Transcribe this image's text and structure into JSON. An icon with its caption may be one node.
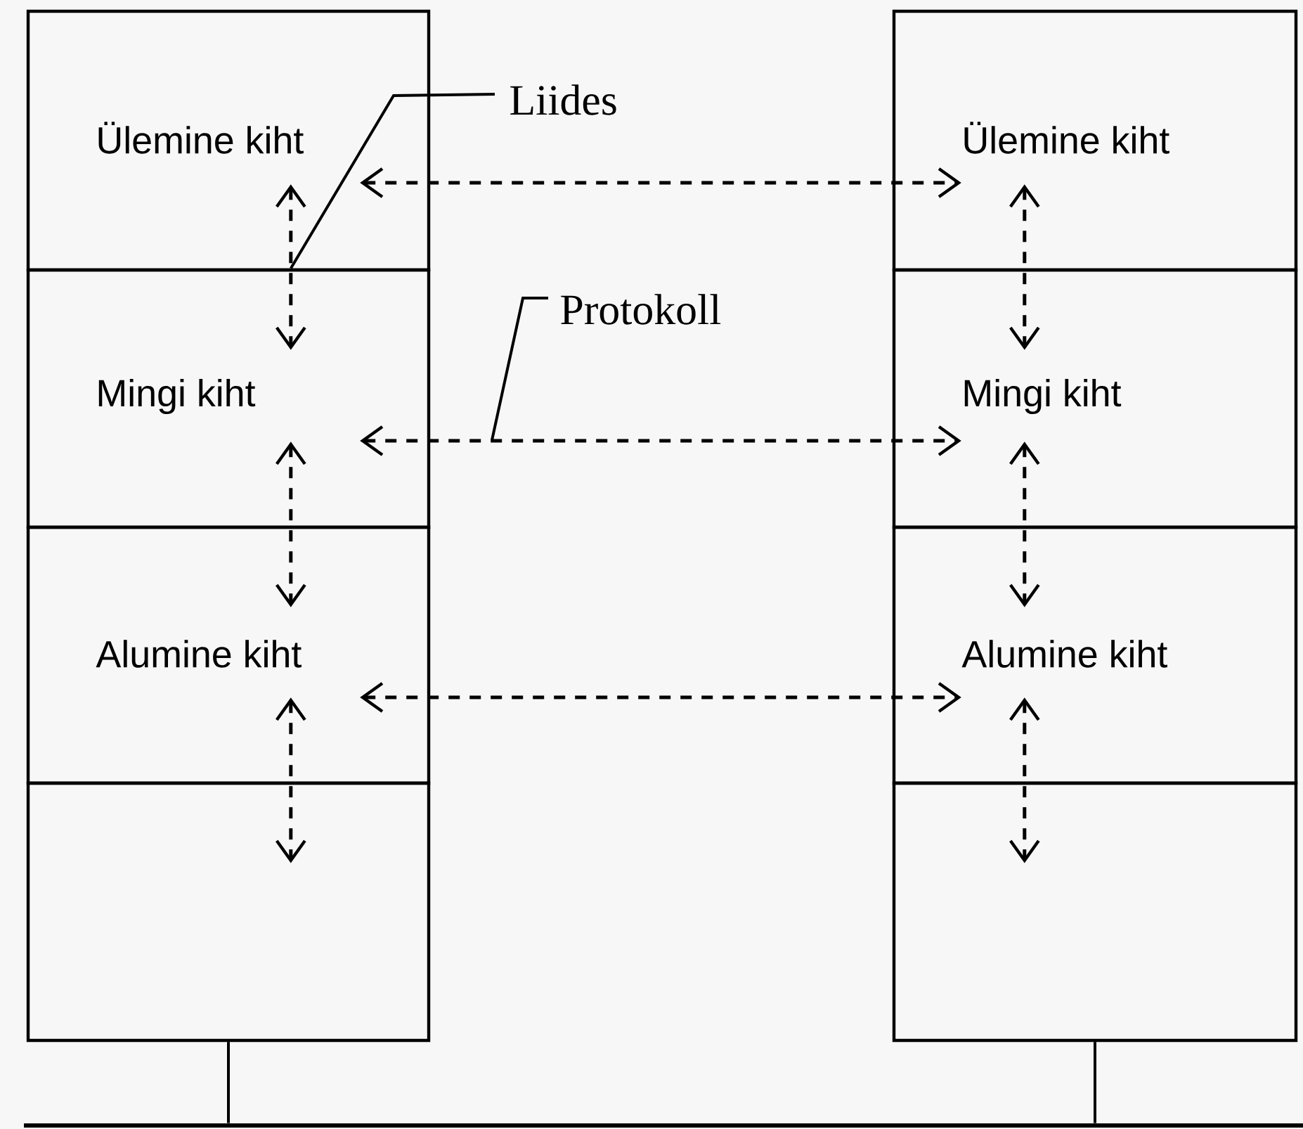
{
  "diagram": {
    "nodes": [
      {
        "text": [
          "Ülemine kiht"
        ]
      },
      {
        "text": [
          "Mingi kiht"
        ]
      },
      {
        "text": [
          "Alumine kiht"
        ]
      },
      {
        "text": [],
        "shape": "box"
      },
      {
        "text": [
          "Ülemine kiht"
        ]
      },
      {
        "text": [
          "Mingi kiht"
        ]
      },
      {
        "text": [
          "Alumine kiht"
        ]
      },
      {
        "text": [],
        "shape": "box"
      },
      {
        "text": [],
        "shape": "bar"
      },
      {
        "text": [
          "Liides"
        ]
      },
      {
        "text": [
          "Protokoll"
        ]
      }
    ],
    "edges": [
      {
        "from": 0,
        "to": 1,
        "arrow": "both",
        "style": "dashed"
      },
      {
        "from": 1,
        "to": 2,
        "arrow": "both",
        "style": "dashed"
      },
      {
        "from": 2,
        "to": 3,
        "arrow": "both",
        "style": "dashed"
      },
      {
        "from": 4,
        "to": 5,
        "arrow": "both",
        "style": "dashed"
      },
      {
        "from": 5,
        "to": 6,
        "arrow": "both",
        "style": "dashed"
      },
      {
        "from": 6,
        "to": 7,
        "arrow": "both",
        "style": "dashed"
      },
      {
        "from": 0,
        "to": 4,
        "arrow": "both",
        "style": "dashed"
      },
      {
        "from": 1,
        "to": 5,
        "arrow": "both",
        "style": "dashed"
      },
      {
        "from": 2,
        "to": 6,
        "arrow": "both",
        "style": "dashed"
      },
      {
        "from": 3,
        "to": 8,
        "arrow": "none"
      },
      {
        "from": 7,
        "to": 8,
        "arrow": "none"
      },
      {
        "from": 9,
        "to": 1,
        "arrow": "none"
      },
      {
        "from": 10,
        "to": null,
        "arrow": "none"
      }
    ]
  }
}
